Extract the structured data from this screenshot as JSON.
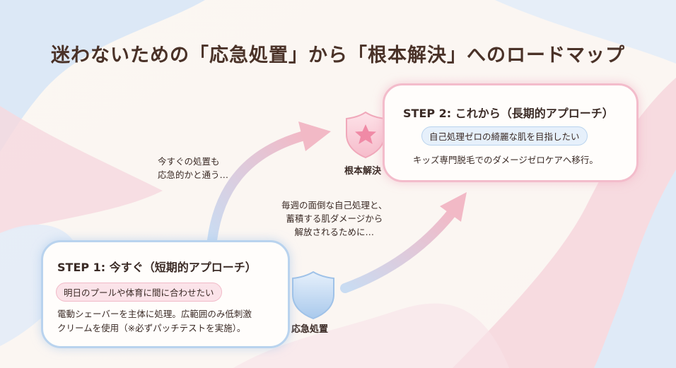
{
  "title": "迷わないための「応急処置」から「根本解決」へのロードマップ",
  "step1": {
    "title": "STEP 1: 今すぐ（短期的アプローチ）",
    "goal": "明日のプールや体育に間に合わせたい",
    "description_lines": [
      "電動シェーバーを主体に処理。広範囲のみ低刺激",
      "クリームを使用（※必ずパッチテストを実施）。"
    ]
  },
  "step2": {
    "title": "STEP 2: これから（長期的アプローチ）",
    "goal": "自己処理ゼロの綺麗な肌を目指したい",
    "description": "キッズ専門脱毛でのダメージゼロケアへ移行。"
  },
  "notes": {
    "note1_lines": [
      "今すぐの処置も",
      "応急的かと通う…"
    ],
    "note2_lines": [
      "毎週の面倒な自己処理と、",
      "蓄積する肌ダメージから",
      "解放されるために…"
    ]
  },
  "labels": {
    "first_aid": "応急処置",
    "root_solution": "根本解決"
  },
  "icons": {
    "first_aid_icon": "shield-icon",
    "root_solution_icon": "shield-star-icon"
  },
  "colors": {
    "blue_accent": "#b9d3ee",
    "pink_accent": "#f3bccb",
    "star_pink": "#f08aa6",
    "title_brown": "#4a3228"
  }
}
